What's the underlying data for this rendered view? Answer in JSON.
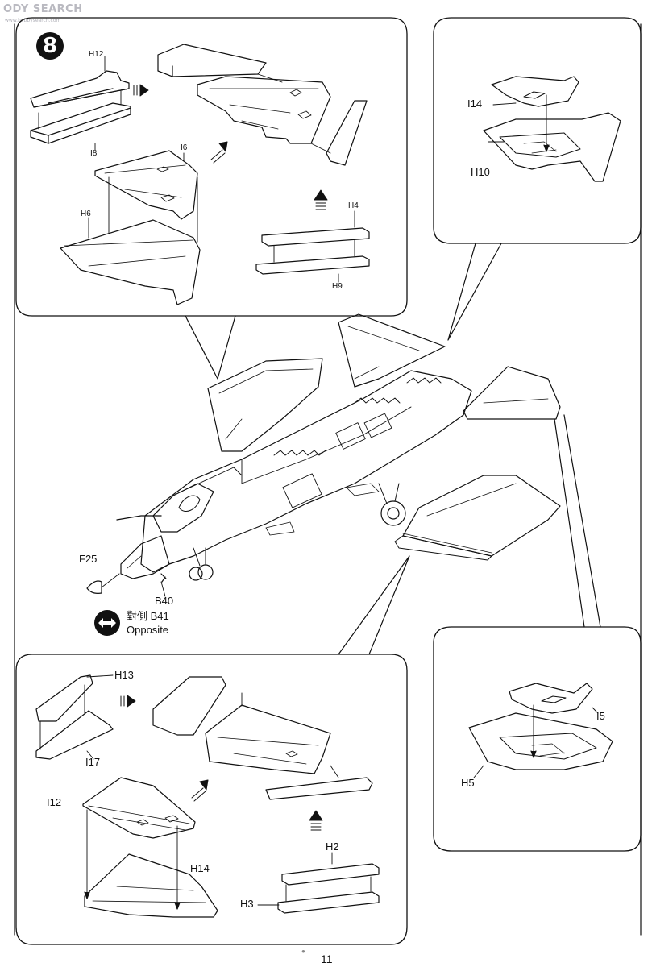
{
  "watermark": {
    "brand": "ODY SEARCH",
    "url": "www.hobbysearch.com"
  },
  "step": "8",
  "page_number": "11",
  "page_dot": "●",
  "parts": {
    "h12_top": "H12",
    "i8": "I8",
    "i6": "I6",
    "h6": "H6",
    "h4": "H4",
    "h9": "H9",
    "i14": "I14",
    "h10": "H10",
    "f25": "F25",
    "b40": "B40",
    "opposite_cn": "對側 B41",
    "opposite_en": "Opposite",
    "h13": "H13",
    "i17": "I17",
    "i12": "I12",
    "h14": "H14",
    "h2": "H2",
    "h3": "H3",
    "i5": "I5",
    "h5": "H5"
  },
  "icons": [
    "step-badge",
    "arrow-right-icon",
    "arrow-up-icon",
    "opposite-double-arrow-icon"
  ]
}
